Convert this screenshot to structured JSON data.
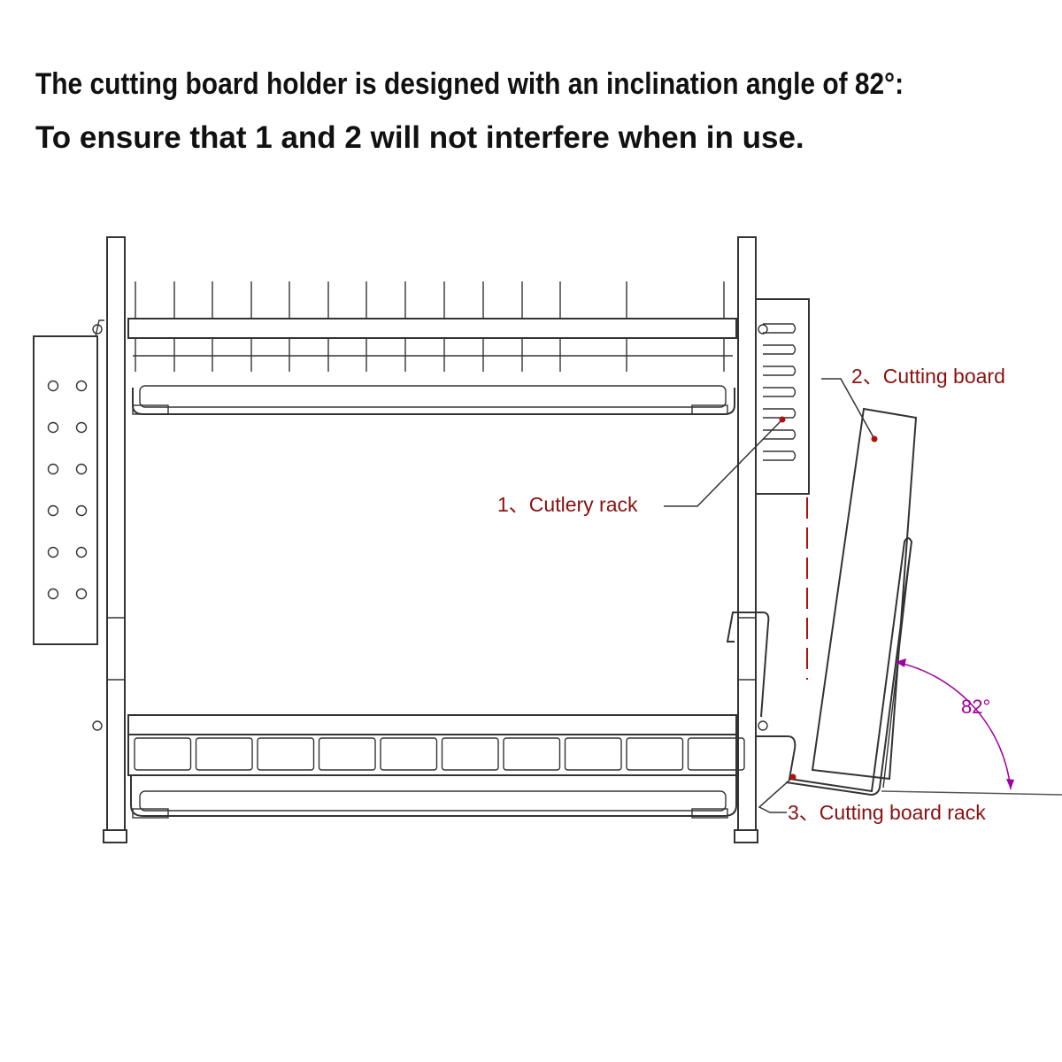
{
  "header": {
    "line1": "The cutting board holder is designed with an inclination angle of 82°:",
    "line2": "To ensure that 1 and 2 will not interfere when in use."
  },
  "callouts": {
    "cutlery_rack": "1、Cutlery rack",
    "cutting_board": "2、Cutting board",
    "cutting_board_rack": "3、Cutting board rack"
  },
  "angle": {
    "label": "82°",
    "degrees": 82
  },
  "colors": {
    "callout_text": "#8b1010",
    "angle_color": "#a000a0",
    "line_color": "#333333",
    "dash_color": "#b01010"
  }
}
